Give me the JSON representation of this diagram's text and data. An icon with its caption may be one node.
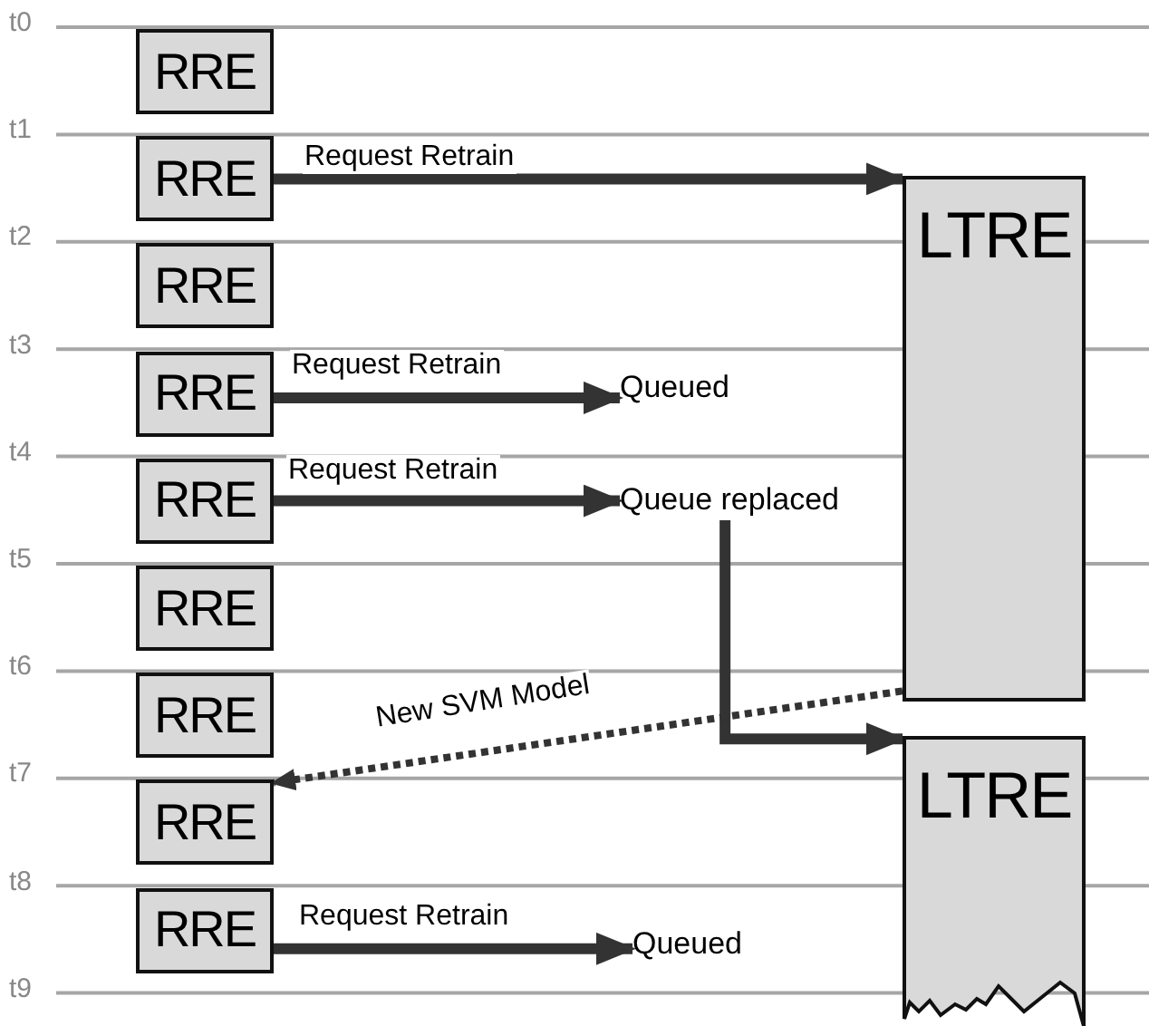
{
  "diagram": {
    "nodes": [
      {
        "text": [
          "RRE"
        ]
      },
      {
        "text": [
          "RRE"
        ]
      },
      {
        "text": [
          "RRE"
        ]
      },
      {
        "text": [
          "RRE"
        ]
      },
      {
        "text": [
          "RRE"
        ]
      },
      {
        "text": [
          "RRE"
        ]
      },
      {
        "text": [
          "RRE"
        ]
      },
      {
        "text": [
          "RRE"
        ]
      },
      {
        "text": [
          "RRE"
        ]
      },
      {
        "text": [
          "LTRE"
        ]
      },
      {
        "text": [
          "Queued"
        ]
      },
      {
        "text": [
          "Queue replaced"
        ]
      },
      {
        "text": [
          "LTRE"
        ]
      },
      {
        "text": [
          "Queued"
        ]
      }
    ],
    "edges": [
      {
        "from": 1,
        "to": 9,
        "arrow": "to",
        "label": "Request Retrain"
      },
      {
        "from": 3,
        "to": 10,
        "arrow": "to",
        "label": "Request Retrain"
      },
      {
        "from": 4,
        "to": 11,
        "arrow": "to",
        "label": "Request Retrain"
      },
      {
        "from": 11,
        "to": 12,
        "arrow": "to"
      },
      {
        "from": 9,
        "to": 7,
        "arrow": "to",
        "label": "New SVM Model",
        "style": "dashed"
      },
      {
        "from": 8,
        "to": 13,
        "arrow": "to",
        "label": "Request Retrain"
      }
    ],
    "labels": [
      "t0",
      "t1",
      "t2",
      "t3",
      "t4",
      "t5",
      "t6",
      "t7",
      "t8",
      "t9"
    ]
  }
}
